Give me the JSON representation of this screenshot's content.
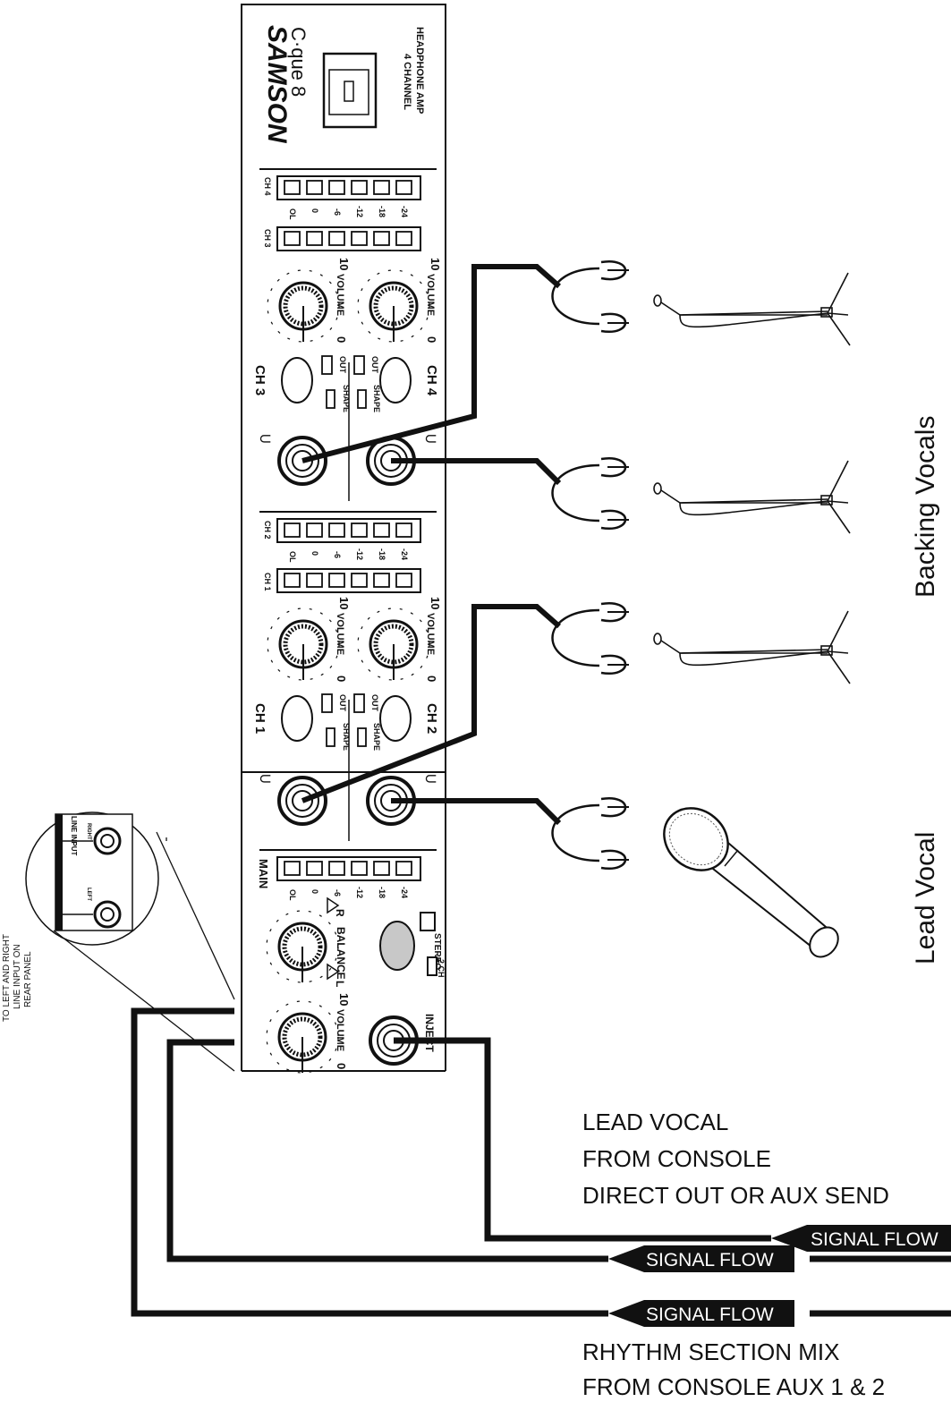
{
  "device": {
    "brand": "SAMSON",
    "model": "C·que 8",
    "subtitle_line1": "4 CHANNEL",
    "subtitle_line2": "HEADPHONE AMP",
    "ch4_label": "CH 4",
    "ch3_label": "CH 3",
    "ch2_label": "CH 2",
    "ch1_label": "CH 1",
    "meter_scale": [
      "OL",
      "0",
      "-6",
      "-12",
      "-18",
      "-24"
    ],
    "volume_label": "VOLUME",
    "vol_min": "0",
    "vol_max": "10",
    "shape_label": "SHAPE",
    "out_label": "OUT",
    "main_label": "MAIN",
    "balance_label": "BALANCE",
    "balance_l": "L",
    "balance_r": "R",
    "stereo_label": "STEREO",
    "twoch_label": "2 CH",
    "inject_label": "INJECT"
  },
  "rear_panel": {
    "line_input": "LINE INPUT",
    "right": "RIGHT",
    "left": "LEFT",
    "caption_line1": "TO LEFT AND RIGHT",
    "caption_line2": "LINE INPUT ON",
    "caption_line3": "REAR PANEL"
  },
  "labels": {
    "backing_vocals": "Backing Vocals",
    "lead_vocal": "Lead Vocal",
    "lead_line1": "LEAD VOCAL",
    "lead_line2": "FROM CONSOLE",
    "lead_line3": "DIRECT OUT OR AUX SEND",
    "signal_flow": "SIGNAL FLOW",
    "rhythm_line1": "RHYTHM SECTION MIX",
    "rhythm_line2": "FROM CONSOLE AUX 1 & 2"
  },
  "colors": {
    "ink": "#111111",
    "panel": "#ffffff",
    "knob_fill": "#c8c8c8"
  }
}
